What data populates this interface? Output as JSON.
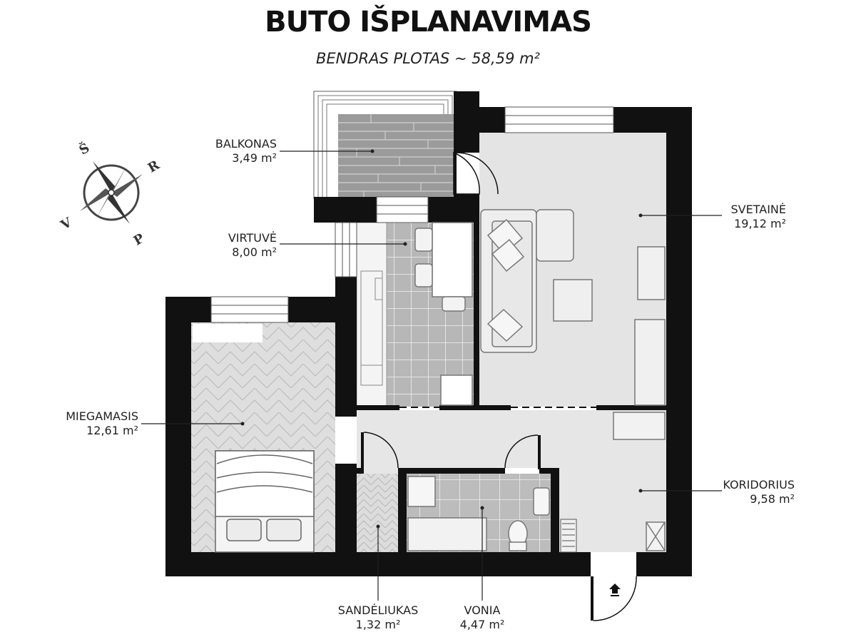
{
  "header": {
    "title": "BUTO IŠPLANAVIMAS",
    "subtitle": "BENDRAS PLOTAS ~ 58,59 m²"
  },
  "compass": {
    "north": "Š",
    "east": "R",
    "south": "P",
    "west": "V"
  },
  "rooms": {
    "balkonas": {
      "name": "BALKONAS",
      "area": "3,49 m²"
    },
    "virtuve": {
      "name": "VIRTUVĖ",
      "area": "8,00 m²"
    },
    "svetaine": {
      "name": "SVETAINĖ",
      "area": "19,12 m²"
    },
    "miegamasis": {
      "name": "MIEGAMASIS",
      "area": "12,61 m²"
    },
    "koridorius": {
      "name": "KORIDORIUS",
      "area": "9,58 m²"
    },
    "sandeliukas": {
      "name": "SANDĖLIUKAS",
      "area": "1,32 m²"
    },
    "vonia": {
      "name": "VONIA",
      "area": "4,47 m²"
    }
  },
  "colors": {
    "wall": "#111111",
    "room_fill": "#e4e4e4",
    "balcony_fill": "#9a9a9a",
    "kitchen_tile": "#b9b9b9",
    "parquet": "#dcdcdc",
    "compass": "#444444"
  },
  "icons": {
    "entrance": "entrance-arrow-icon",
    "compass": "compass-rose-icon"
  }
}
